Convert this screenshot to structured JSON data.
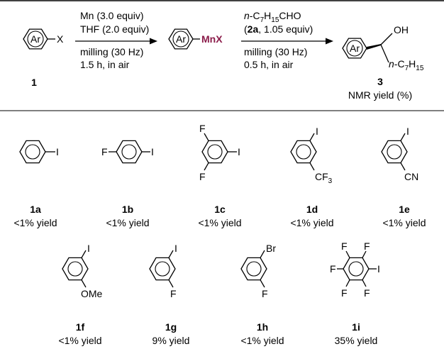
{
  "scheme": {
    "reactant": {
      "ring_label": "Ar",
      "substituent": "X",
      "compound_number": "1"
    },
    "step1": {
      "cond_line1": "Mn (3.0 equiv)",
      "cond_line2": "THF (2.0 equiv)",
      "cond_line3": "milling (30 Hz)",
      "cond_line4": "1.5 h, in air"
    },
    "intermediate": {
      "ring_label": "Ar",
      "substituent": "MnX"
    },
    "step2": {
      "reagent_prefix": "n",
      "reagent_main": "-C",
      "reagent_sub1": "7",
      "reagent_mid": "H",
      "reagent_sub2": "15",
      "reagent_end": "CHO",
      "line2_open": "(",
      "line2_bold": "2a",
      "line2_rest": ", 1.05 equiv)",
      "cond_line3": "milling (30 Hz)",
      "cond_line4": "0.5 h, in air"
    },
    "product": {
      "ring_label": "Ar",
      "oh": "OH",
      "chain_prefix": "n",
      "chain_main": "-C",
      "chain_sub1": "7",
      "chain_mid": "H",
      "chain_sub2": "15",
      "compound_number": "3",
      "yield_caption": "NMR yield (%)"
    }
  },
  "substrates": [
    {
      "id": "1a",
      "groups": [
        "I"
      ],
      "yield": "<1% yield"
    },
    {
      "id": "1b",
      "groups": [
        "F",
        "I"
      ],
      "yield": "<1% yield"
    },
    {
      "id": "1c",
      "groups": [
        "F",
        "F",
        "I"
      ],
      "yield": "<1% yield"
    },
    {
      "id": "1d",
      "groups": [
        "I",
        "CF",
        "3"
      ],
      "yield": "<1% yield"
    },
    {
      "id": "1e",
      "groups": [
        "I",
        "CN"
      ],
      "yield": "<1% yield"
    },
    {
      "id": "1f",
      "groups": [
        "I",
        "OMe"
      ],
      "yield": "<1% yield"
    },
    {
      "id": "1g",
      "groups": [
        "I",
        "F"
      ],
      "yield": "9% yield"
    },
    {
      "id": "1h",
      "groups": [
        "Br",
        "F"
      ],
      "yield": "<1% yield"
    },
    {
      "id": "1i",
      "groups": [
        "F",
        "F",
        "F",
        "F",
        "F",
        "I"
      ],
      "yield": "35% yield"
    }
  ],
  "colors": {
    "mnx": "#8b1c4a",
    "ink": "#000000"
  }
}
